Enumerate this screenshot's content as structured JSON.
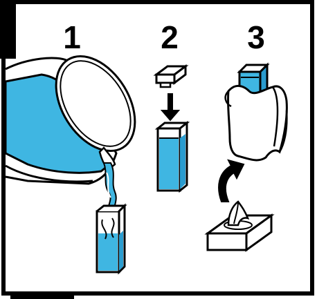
{
  "steps": [
    {
      "number": "1",
      "icon": "pour-water-into-cuvette-icon"
    },
    {
      "number": "2",
      "icon": "cap-cuvette-icon"
    },
    {
      "number": "3",
      "icon": "wipe-cuvette-with-tissue-icon"
    }
  ],
  "colors": {
    "liquid": "#3fb6e2",
    "liquid_dark": "#2a9ccf",
    "outline": "#000000",
    "background": "#ffffff",
    "marker": "#000000"
  }
}
